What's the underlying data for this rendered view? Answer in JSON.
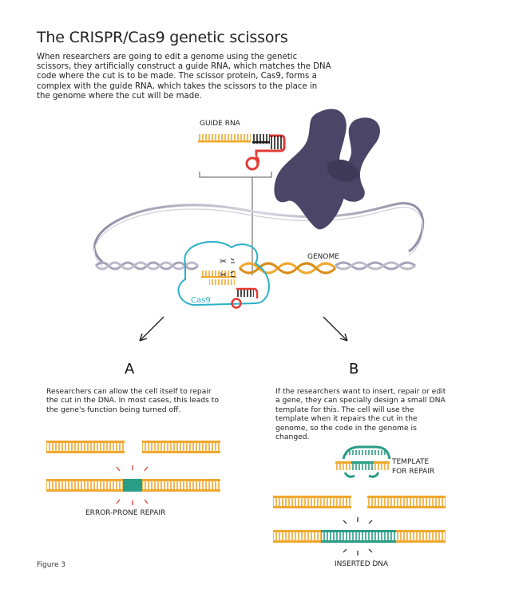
{
  "title": "The CRISPR/Cas9 genetic scissors",
  "intro": "When researchers are going to edit a genome using the genetic scissors, they artificially construct a guide RNA, which matches the DNA code where the cut is to be made. The scissor protein, Cas9, forms a complex with the guide RNA, which takes the scissors to the place in the genome where the cut will be made.",
  "labels": {
    "guide_rna": "GUIDE RNA",
    "genome": "GENOME",
    "cas9": "Cas9",
    "section_a": "A",
    "section_b": "B",
    "error_prone_repair": "ERROR-PRONE REPAIR",
    "template_line1": "TEMPLATE",
    "template_line2": "FOR REPAIR",
    "inserted_dna": "INSERTED DNA",
    "figure": "Figure 3"
  },
  "text_a": "Researchers can allow the cell itself to repair the cut in the DNA. In most cases, this leads to the gene's function being turned off.",
  "text_b": "If the researchers want to insert, repair or edit a gene, they can specially design a small DNA template for this. The cell will use the template when it repairs the cut in the genome, so the code in the genome is changed.",
  "colors": {
    "orange": "#f0a830",
    "red": "#e23b35",
    "teal": "#2a9d86",
    "cas9": "#2bb0c8",
    "chromosome": "#4b4667",
    "helix_grey": "#a7a4b8",
    "black": "#1d1d1d"
  },
  "icons": [
    "scissors-icon",
    "scissors-icon",
    "arrow-left-down-icon",
    "arrow-right-down-icon"
  ]
}
